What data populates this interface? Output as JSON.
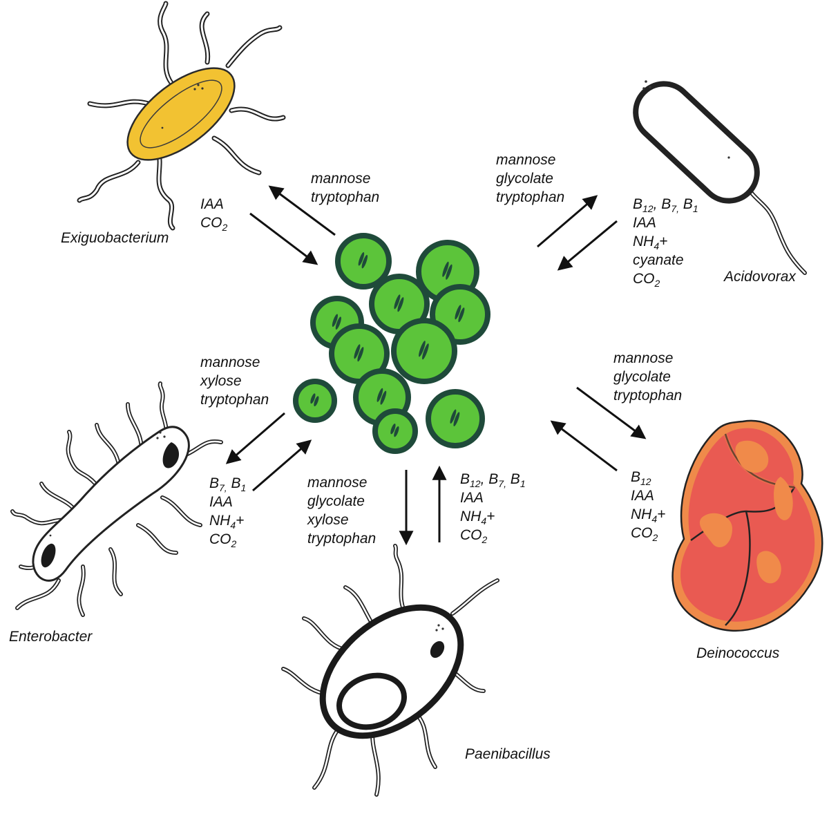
{
  "organisms": {
    "exiguobacterium": "Exiguobacterium",
    "acidovorax": "Acidovorax",
    "enterobacter": "Enterobacter",
    "paenibacillus": "Paenibacillus",
    "deinococcus": "Deinococcus"
  },
  "exchanges": {
    "exiguobacterium": {
      "from_algae": [
        "mannose",
        "tryptophan"
      ],
      "to_algae": [
        "IAA",
        "CO|2"
      ]
    },
    "acidovorax": {
      "from_algae": [
        "mannose",
        "glycolate",
        "tryptophan"
      ],
      "to_algae": [
        "B|12|, B|7,| B|1",
        "IAA",
        "NH|4|+",
        "cyanate",
        "CO|2"
      ]
    },
    "enterobacter": {
      "from_algae": [
        "mannose",
        "xylose",
        "tryptophan"
      ],
      "to_algae": [
        "B|7,| B|1",
        "IAA",
        "NH|4|+",
        "CO|2"
      ]
    },
    "paenibacillus": {
      "from_algae": [
        "mannose",
        "glycolate",
        "xylose",
        "tryptophan"
      ],
      "to_algae": [
        "B|12|, B|7,| B|1",
        "IAA",
        "NH|4|+",
        "CO|2"
      ]
    },
    "deinococcus": {
      "from_algae": [
        "mannose",
        "glycolate",
        "tryptophan"
      ],
      "to_algae": [
        "B|12",
        "IAA",
        "NH|4|+",
        "CO|2"
      ]
    }
  },
  "colors": {
    "algae_fill": "#5cc43a",
    "algae_rim": "#1f4a3a",
    "exiguobacterium_fill": "#f2c232",
    "deinococcus_fill": "#ea5a52",
    "deinococcus_inner": "#f08a4a"
  }
}
